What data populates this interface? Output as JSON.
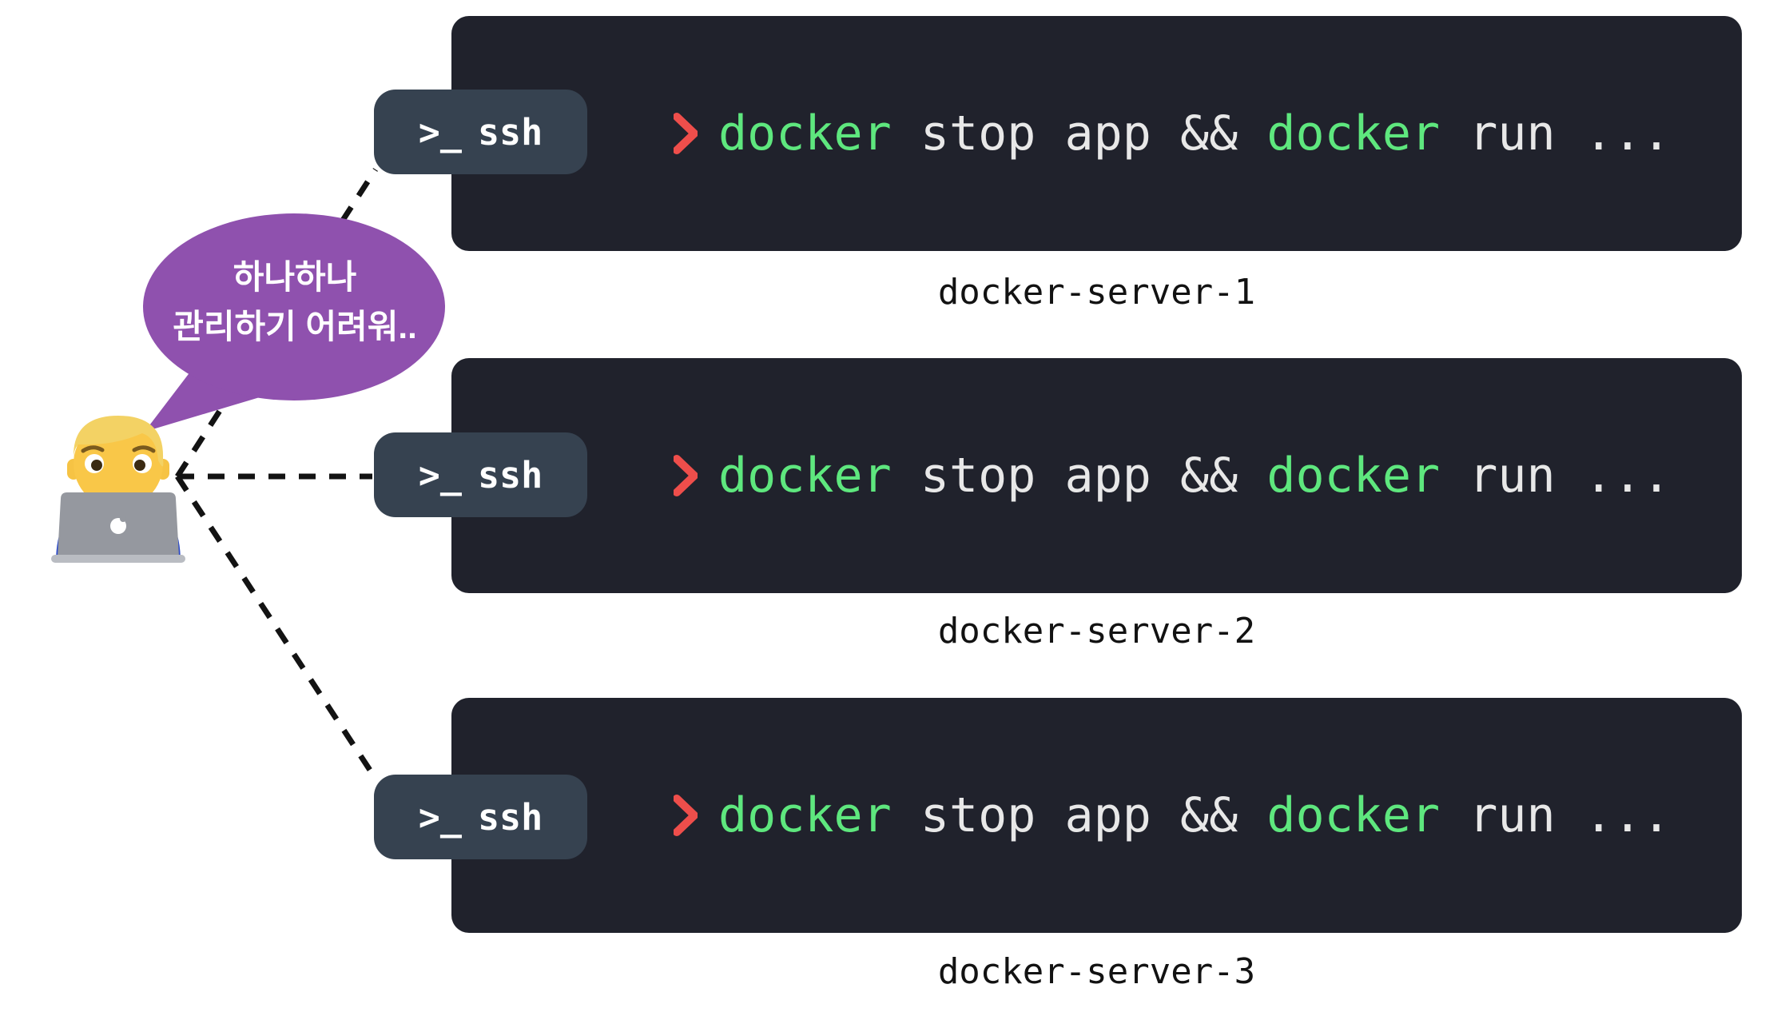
{
  "speech_bubble": {
    "line1": "하나하나",
    "line2": "관리하기 어려워..",
    "color": "#8F51AE"
  },
  "person": {
    "emoji": "👨‍💻"
  },
  "ssh_badge": {
    "icon": ">_",
    "label": "ssh"
  },
  "command": {
    "prompt": "❯",
    "segment_docker_1": "docker",
    "segment_middle": " stop app && ",
    "segment_docker_2": "docker",
    "segment_tail": " run ..."
  },
  "servers": [
    {
      "name": "docker-server-1"
    },
    {
      "name": "docker-server-2"
    },
    {
      "name": "docker-server-3"
    }
  ],
  "colors": {
    "terminal_background": "#20222C",
    "ssh_badge_background": "#364250",
    "prompt_red": "#EE4E4B",
    "docker_green": "#5EE77E",
    "command_text": "#E8E8E8",
    "bubble_purple": "#8F51AE",
    "label_text": "#121212",
    "connector_line": "#131313"
  }
}
